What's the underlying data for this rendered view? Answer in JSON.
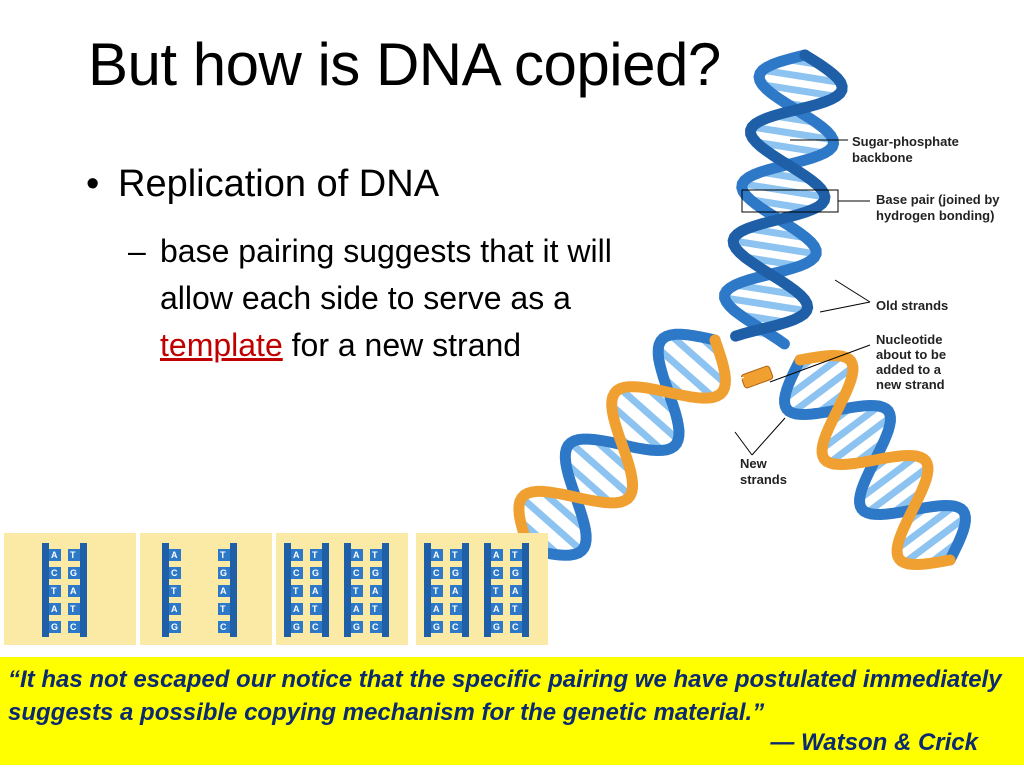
{
  "slide": {
    "title": "But how is DNA copied?",
    "bullet": "Replication of DNA",
    "dash": "–",
    "sub_bullet_before": "base pairing suggests that it will allow each side to serve as a ",
    "sub_bullet_link": "template",
    "sub_bullet_after": " for a new strand"
  },
  "diagram": {
    "labels": {
      "backbone": [
        "Sugar-phosphate",
        "backbone"
      ],
      "base_pair": [
        "Base pair (joined by",
        "hydrogen bonding)"
      ],
      "old_strands": [
        "Old strands"
      ],
      "nucleotide": [
        "Nucleotide",
        "about to be",
        "added to a",
        "new strand"
      ],
      "new_strands": [
        "New",
        "strands"
      ]
    },
    "colors": {
      "old": "#2e78c8",
      "old_light": "#8cc3f0",
      "new": "#f0a030"
    }
  },
  "panels": {
    "panel1": {
      "left": [
        "A",
        "C",
        "T",
        "A",
        "G"
      ],
      "right": [
        "T",
        "G",
        "A",
        "T",
        "C"
      ]
    },
    "panel2": {
      "left": [
        "A",
        "C",
        "T",
        "A",
        "G"
      ],
      "right": [
        "T",
        "G",
        "A",
        "T",
        "C"
      ]
    },
    "panel3": {
      "a_left": [
        "A",
        "C",
        "T",
        "A",
        "G"
      ],
      "a_right": [
        "T",
        "G",
        "A",
        "T",
        "C"
      ],
      "b_left": [
        "A",
        "C",
        "T",
        "A",
        "G"
      ],
      "b_right": [
        "T",
        "G",
        "A",
        "T",
        "C"
      ]
    },
    "panel4": {
      "a_left": [
        "A",
        "C",
        "T",
        "A",
        "G"
      ],
      "a_right": [
        "T",
        "G",
        "A",
        "T",
        "C"
      ],
      "b_left": [
        "A",
        "C",
        "T",
        "A",
        "G"
      ],
      "b_right": [
        "T",
        "G",
        "A",
        "T",
        "C"
      ]
    }
  },
  "quote": {
    "text": "“It has not escaped our notice that the specific pairing we have postulated immediately suggests a possible copying mechanism for the genetic material.”",
    "attribution": "— Watson & Crick",
    "background": "#ffff00"
  }
}
